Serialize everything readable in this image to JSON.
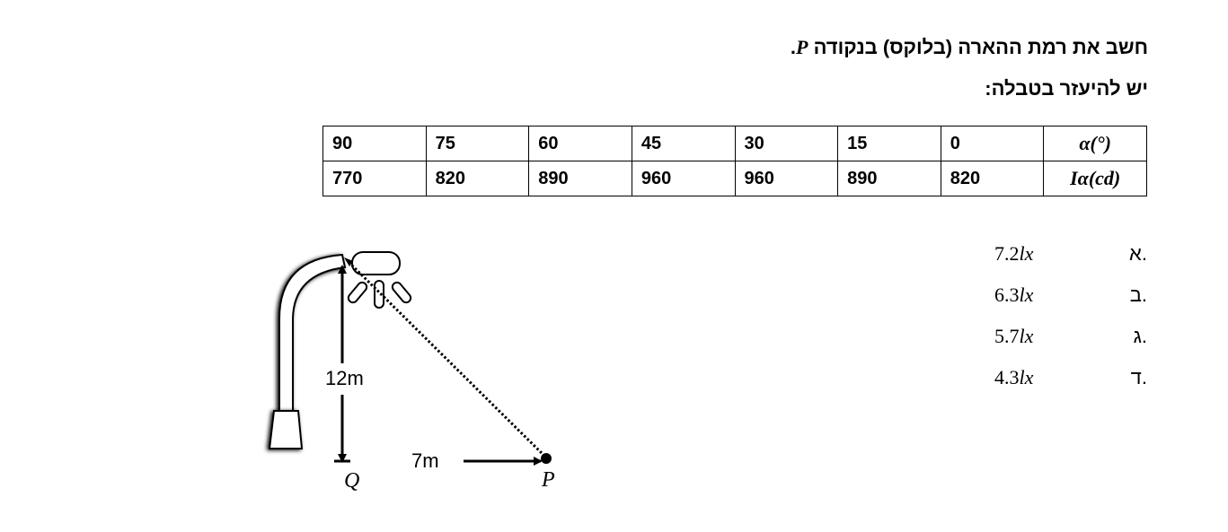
{
  "question": {
    "line1_text": "חשב את רמת ההארה (בלוקס) בנקודה",
    "line1_symbol": "P",
    "line1_end": ".",
    "line2_text": "יש להיעזר בטבלה:"
  },
  "table": {
    "row1_header": "α(°)",
    "row2_header": "Iα(cd)",
    "angles": [
      "90",
      "75",
      "60",
      "45",
      "30",
      "15",
      "0"
    ],
    "intensities": [
      "770",
      "820",
      "890",
      "960",
      "960",
      "890",
      "820"
    ]
  },
  "options": [
    {
      "letter": "א.",
      "value": "7.2",
      "unit": "lx"
    },
    {
      "letter": "ב.",
      "value": "6.3",
      "unit": "lx"
    },
    {
      "letter": "ג.",
      "value": "5.7",
      "unit": "lx"
    },
    {
      "letter": "ד.",
      "value": "4.3",
      "unit": "lx"
    }
  ],
  "diagram": {
    "height_label": "12m",
    "distance_label": "7m",
    "point_q": "Q",
    "point_p": "P"
  }
}
